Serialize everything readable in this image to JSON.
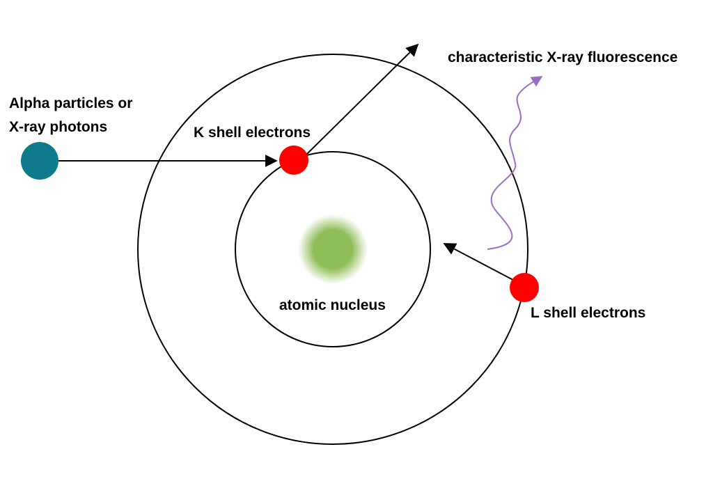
{
  "labels": {
    "incoming_line1": "Alpha particles or",
    "incoming_line2": "X-ray photons",
    "k_shell": "K shell electrons",
    "l_shell": "L shell electrons",
    "nucleus": "atomic nucleus",
    "fluorescence": "characteristic X-ray fluorescence"
  },
  "colors": {
    "incoming_particle": "#0f7a8c",
    "electron": "#ff0000",
    "nucleus": "#8fbe58",
    "fluorescence_wave": "#9b6fc0",
    "orbit": "#000000",
    "arrow": "#000000"
  }
}
